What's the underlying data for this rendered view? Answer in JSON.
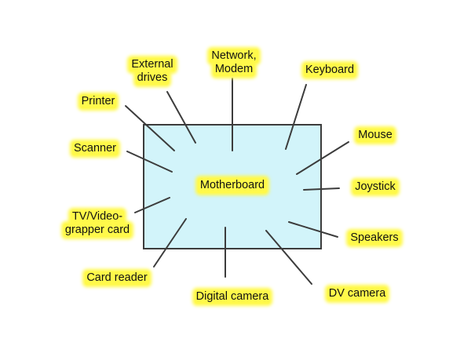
{
  "diagram": {
    "hub_label": "Motherboard",
    "colors": {
      "board_fill": "#d2f4fa",
      "label_highlight": "#fff94a",
      "line": "#3c3c3c"
    },
    "peripherals": {
      "external_drives": [
        "External",
        "drives"
      ],
      "network": [
        "Network,",
        "Modem"
      ],
      "keyboard": "Keyboard",
      "printer": "Printer",
      "mouse": "Mouse",
      "scanner": "Scanner",
      "joystick": "Joystick",
      "tv_card": [
        "TV/Video-",
        "grapper card"
      ],
      "speakers": "Speakers",
      "card_reader": "Card reader",
      "digital_camera": "Digital camera",
      "dv_camera": "DV camera"
    }
  }
}
